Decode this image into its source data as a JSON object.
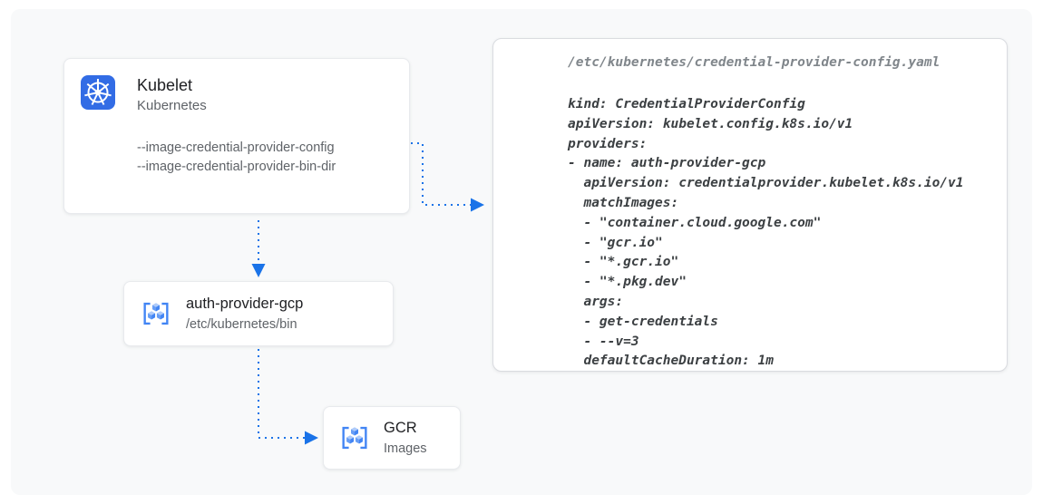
{
  "colors": {
    "arrow_blue": "#1a73e8",
    "kubernetes_blue": "#326ce5",
    "gcp_blue": "#4285f4",
    "panel_background": "#f8f9fa"
  },
  "nodes": {
    "kubelet": {
      "title": "Kubelet",
      "subtitle": "Kubernetes",
      "icon": "kubernetes-helm-icon",
      "flags": [
        "--image-credential-provider-config",
        "--image-credential-provider-bin-dir"
      ]
    },
    "auth_provider": {
      "title": "auth-provider-gcp",
      "subtitle": "/etc/kubernetes/bin",
      "icon": "container-registry-icon"
    },
    "gcr": {
      "title": "GCR",
      "subtitle": "Images",
      "icon": "container-registry-icon"
    }
  },
  "code_panel": {
    "path": "/etc/kubernetes/credential-provider-config.yaml",
    "lines": [
      "kind: CredentialProviderConfig",
      "apiVersion: kubelet.config.k8s.io/v1",
      "providers:",
      "- name: auth-provider-gcp",
      "  apiVersion: credentialprovider.kubelet.k8s.io/v1",
      "  matchImages:",
      "  - \"container.cloud.google.com\"",
      "  - \"gcr.io\"",
      "  - \"*.gcr.io\"",
      "  - \"*.pkg.dev\"",
      "  args:",
      "  - get-credentials",
      "  - --v=3",
      "  defaultCacheDuration: 1m"
    ]
  }
}
